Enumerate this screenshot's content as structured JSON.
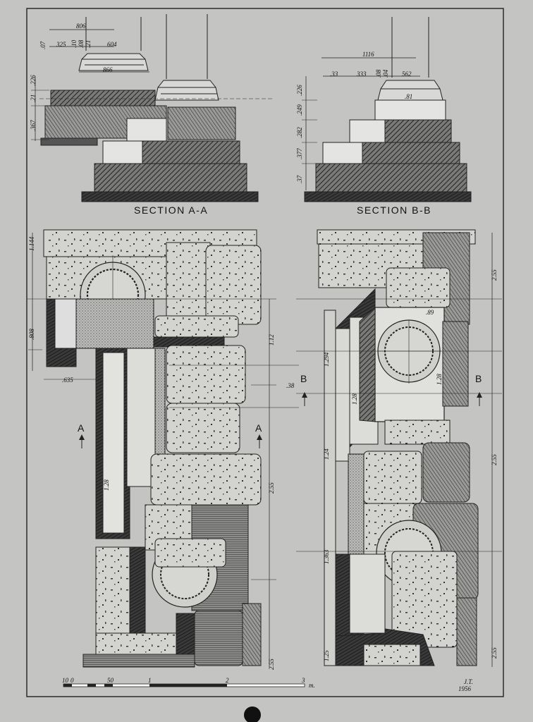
{
  "section_aa": {
    "title": "SECTION A-A",
    "dims_top": [
      "806",
      "325",
      "604",
      "866"
    ],
    "dims_small": [
      ".07",
      ".10",
      ".08",
      ".21"
    ],
    "dims_left": [
      ".226",
      ".21",
      ".367"
    ]
  },
  "section_bb": {
    "title": "SECTION B-B",
    "dims_top": [
      "1116",
      ".33",
      "333",
      "562",
      ".81"
    ],
    "dims_small": [
      ".08",
      ".04"
    ],
    "dims_left": [
      ".226",
      ".249",
      ".282",
      ".377",
      ".37"
    ]
  },
  "plan_left": {
    "cut_label": "A",
    "dims": [
      "1.144",
      ".808",
      ".635",
      "1.12",
      ".38",
      "2.55",
      "1.28",
      "2.55"
    ]
  },
  "plan_right": {
    "cut_label": "B",
    "dims": [
      "2.55",
      ".89",
      "1.294",
      "1.28",
      "1.28",
      "1.24",
      "2.55",
      "1.363",
      "1.25",
      "2.55"
    ]
  },
  "scale_bar": {
    "ticks": [
      "10",
      "0",
      "50",
      "1",
      "2",
      "3"
    ],
    "unit": "m."
  },
  "signature": {
    "initials": "J.T.",
    "year": "1956"
  }
}
